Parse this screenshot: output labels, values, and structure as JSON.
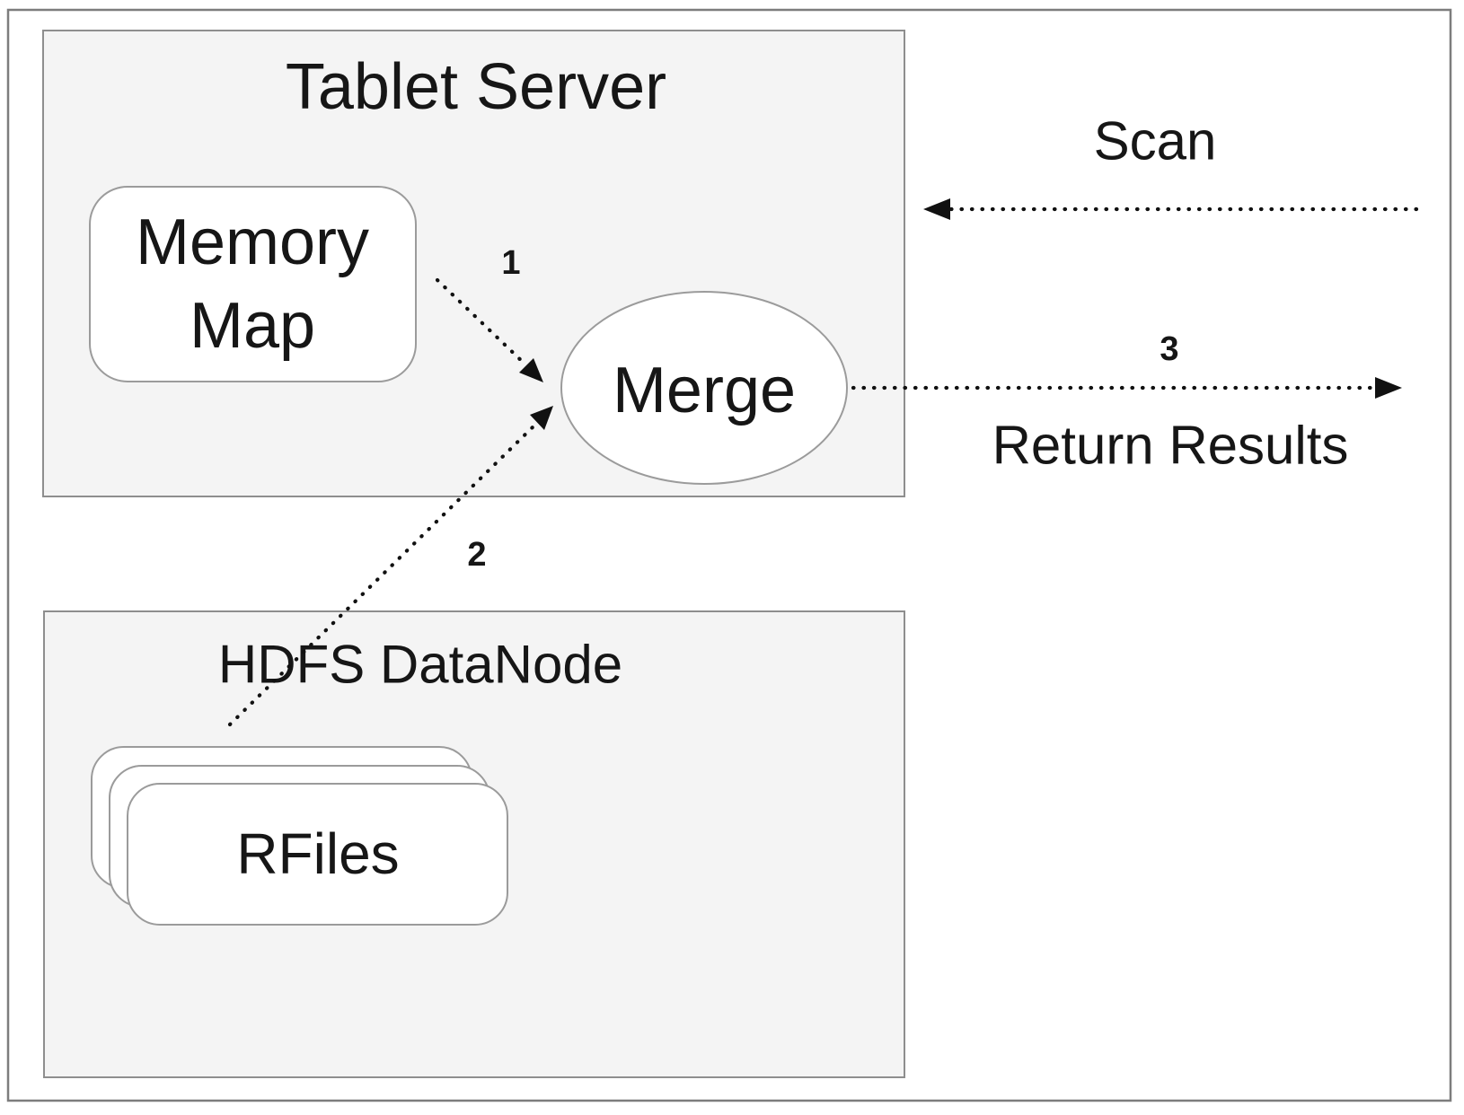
{
  "colors": {
    "background": "#ffffff",
    "container_fill": "#f4f4f4",
    "container_border": "#8e8e8e",
    "node_fill": "#ffffff",
    "node_border": "#9b9b9b",
    "outer_border": "#7d7d7d",
    "arrow": "#111111",
    "text": "#161616"
  },
  "tablet_server": {
    "title": "Tablet Server"
  },
  "memory_map": {
    "line1": "Memory",
    "line2": "Map"
  },
  "merge": {
    "label": "Merge"
  },
  "hdfs_datanode": {
    "title": "HDFS DataNode"
  },
  "rfiles": {
    "label": "RFiles"
  },
  "flows": {
    "scan": {
      "label": "Scan"
    },
    "memory_to_merge": {
      "step": "1"
    },
    "rfiles_to_merge": {
      "step": "2"
    },
    "return_results": {
      "step": "3",
      "label": "Return Results"
    }
  }
}
